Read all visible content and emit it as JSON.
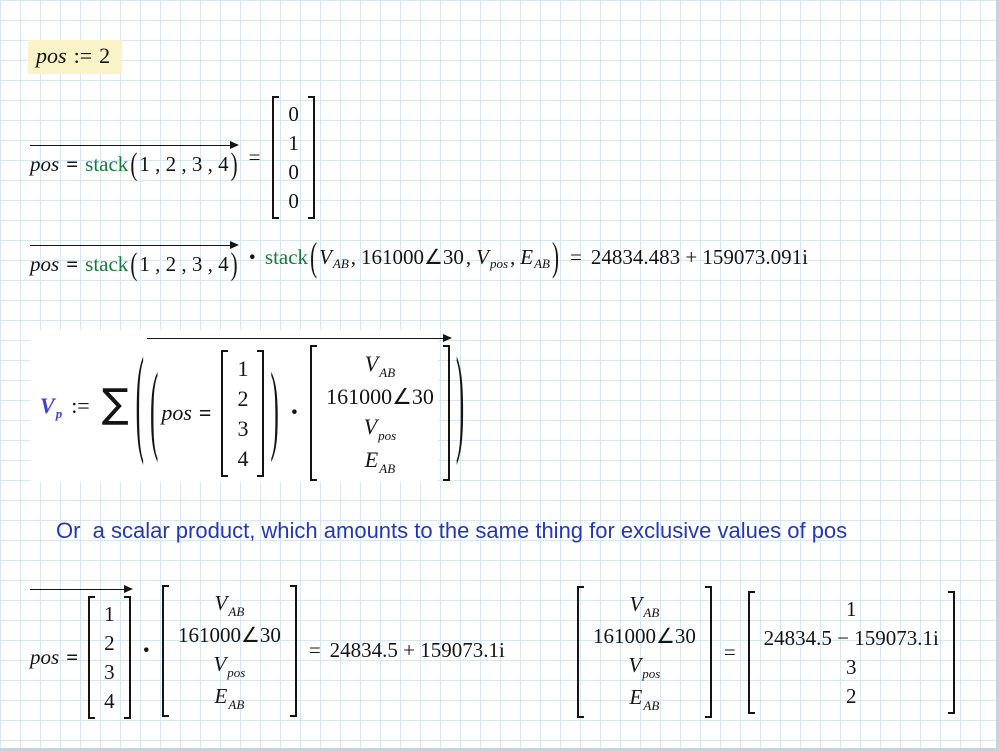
{
  "colors": {
    "grid": "#d7e6f0",
    "green": "#17793b",
    "note-blue": "#2438b4",
    "vp-blue": "#3f3fd0",
    "highlight": "#fbf3c8",
    "ink": "#141414"
  },
  "region1": {
    "var": "pos",
    "assign": ":=",
    "value": "2"
  },
  "region2": {
    "var": "pos",
    "bool_eq": "=",
    "func": "stack",
    "lparen": "(",
    "args": "1 , 2 , 3 , 4",
    "rparen": ")",
    "eq": "=",
    "vector": [
      "0",
      "1",
      "0",
      "0"
    ]
  },
  "region3": {
    "var": "pos",
    "bool_eq": "=",
    "func1": "stack",
    "lparen": "(",
    "args1": "1 , 2 , 3 , 4",
    "rparen": ")",
    "dot": "·",
    "func2": "stack",
    "comma": ",",
    "arg_v1_base": "V",
    "arg_v1_sub": "AB",
    "arg_v2": "161000∠30",
    "arg_v3_base": "V",
    "arg_v3_sub": "pos",
    "arg_v4_base": "E",
    "arg_v4_sub": "AB",
    "eq": "=",
    "result": "24834.483 + 159073.091i"
  },
  "region4": {
    "var_base": "V",
    "var_sub": "p",
    "assign": ":=",
    "sigma": "∑",
    "lparen": "(",
    "inner_lparen": "(",
    "var": "pos",
    "bool_eq": "=",
    "vector": [
      "1",
      "2",
      "3",
      "4"
    ],
    "inner_rparen": ")",
    "dot": "·",
    "m_r1_base": "V",
    "m_r1_sub": "AB",
    "m_r2": "161000∠30",
    "m_r3_base": "V",
    "m_r3_sub": "pos",
    "m_r4_base": "E",
    "m_r4_sub": "AB",
    "rparen": ")"
  },
  "note": {
    "text": "Or  a scalar product, which amounts to the same thing for exclusive values of pos"
  },
  "region6": {
    "var": "pos",
    "bool_eq": "=",
    "vector": [
      "1",
      "2",
      "3",
      "4"
    ],
    "dot": "·",
    "m_r1_base": "V",
    "m_r1_sub": "AB",
    "m_r2": "161000∠30",
    "m_r3_base": "V",
    "m_r3_sub": "pos",
    "m_r4_base": "E",
    "m_r4_sub": "AB",
    "eq": "=",
    "result": "24834.5 + 159073.1i"
  },
  "region7": {
    "m_r1_base": "V",
    "m_r1_sub": "AB",
    "m_r2": "161000∠30",
    "m_r3_base": "V",
    "m_r3_sub": "pos",
    "m_r4_base": "E",
    "m_r4_sub": "AB",
    "eq": "=",
    "vector": [
      "1",
      "24834.5 − 159073.1i",
      "3",
      "2"
    ]
  }
}
